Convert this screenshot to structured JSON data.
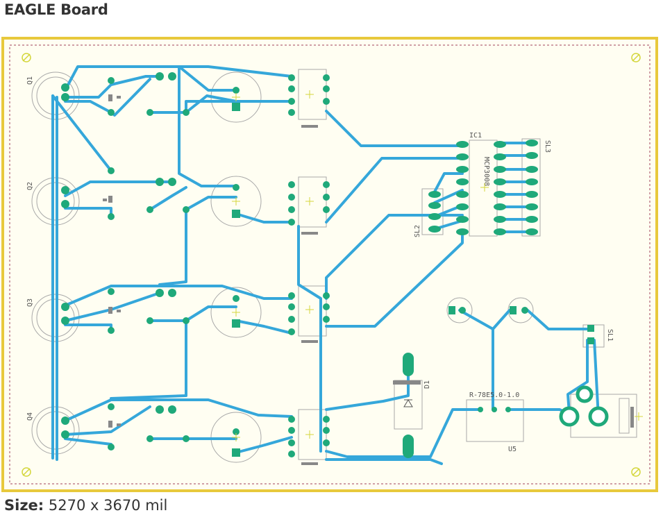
{
  "header": {
    "title": "EAGLE Board"
  },
  "footer": {
    "size_label": "Size:",
    "size_value": "5270 x 3670 mil"
  },
  "board": {
    "colors": {
      "outline": "#e8c93c",
      "trace": "#35a7da",
      "pad": "#1fa97a",
      "silk": "#9a9a9a",
      "border_dash": "#a0405a",
      "origin": "#d4d63c"
    },
    "labels": {
      "q1": "Q1",
      "q2": "Q2",
      "q3": "Q3",
      "q4": "Q4",
      "ic1": "IC1",
      "mcp": "MCP3008",
      "sl1": "SL1",
      "sl2": "SL2",
      "sl3": "SL3",
      "d1": "D1",
      "reg": "R-78E5.0-1.0",
      "u5": "U5"
    }
  }
}
